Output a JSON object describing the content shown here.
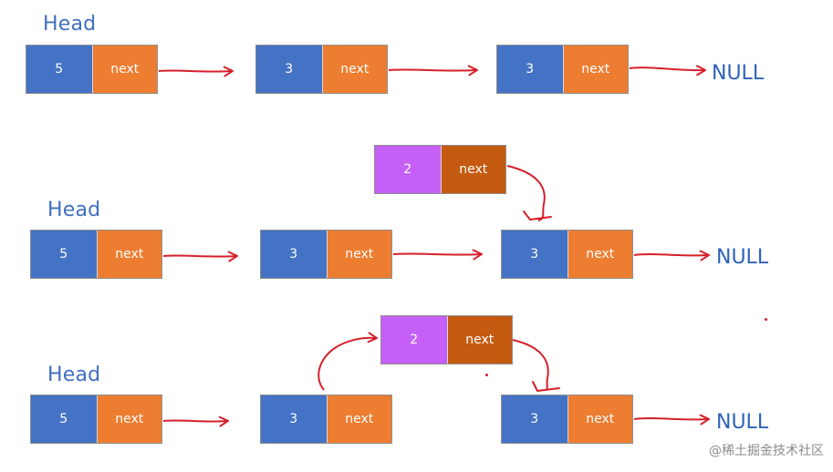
{
  "diagram": {
    "rows": [
      {
        "head_label": "Head",
        "null_label": "NULL",
        "nodes": [
          {
            "value": "5",
            "next": "next"
          },
          {
            "value": "3",
            "next": "next"
          },
          {
            "value": "3",
            "next": "next"
          }
        ]
      },
      {
        "head_label": "Head",
        "null_label": "NULL",
        "inserted_node": {
          "value": "2",
          "next": "next"
        },
        "nodes": [
          {
            "value": "5",
            "next": "next"
          },
          {
            "value": "3",
            "next": "next"
          },
          {
            "value": "3",
            "next": "next"
          }
        ]
      },
      {
        "head_label": "Head",
        "null_label": "NULL",
        "inserted_node": {
          "value": "2",
          "next": "next"
        },
        "nodes": [
          {
            "value": "5",
            "next": "next"
          },
          {
            "value": "3",
            "next": "next"
          },
          {
            "value": "3",
            "next": "next"
          }
        ]
      }
    ],
    "colors": {
      "value_cell": "#4472c4",
      "next_cell": "#ed7d31",
      "inserted_value_cell": "#c55ff5",
      "inserted_next_cell": "#c55a11",
      "arrow": "#d61f2b",
      "label_text": "#3f6fbf"
    }
  },
  "watermark": "@稀土掘金技术社区"
}
